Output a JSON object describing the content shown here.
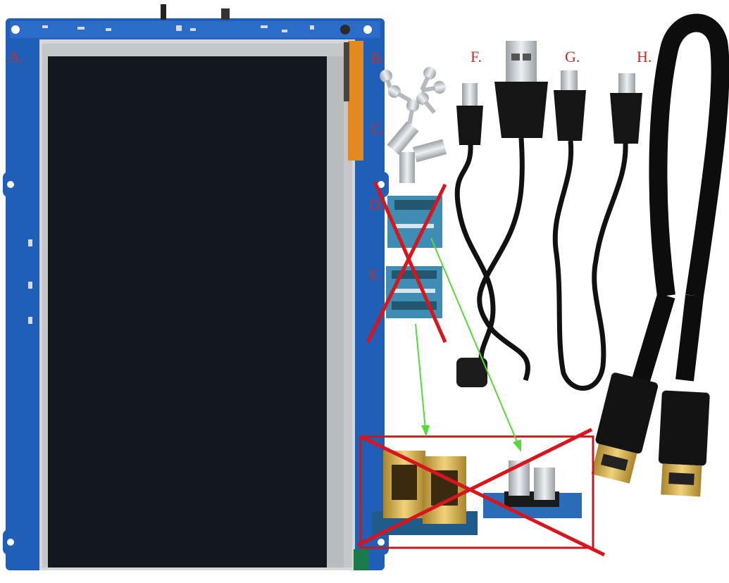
{
  "labels": {
    "a": "A.",
    "b": "B.",
    "c": "C.",
    "d": "D.",
    "e": "E.",
    "f": "F.",
    "g": "G.",
    "h": "H."
  },
  "colors": {
    "label": "#c0302a",
    "pcb_blue": "#1f5fb8",
    "screen": "#111820",
    "cross": "#d8141c",
    "arrow": "#56d93a",
    "cable": "#111111",
    "gold": "#d8b04a"
  }
}
